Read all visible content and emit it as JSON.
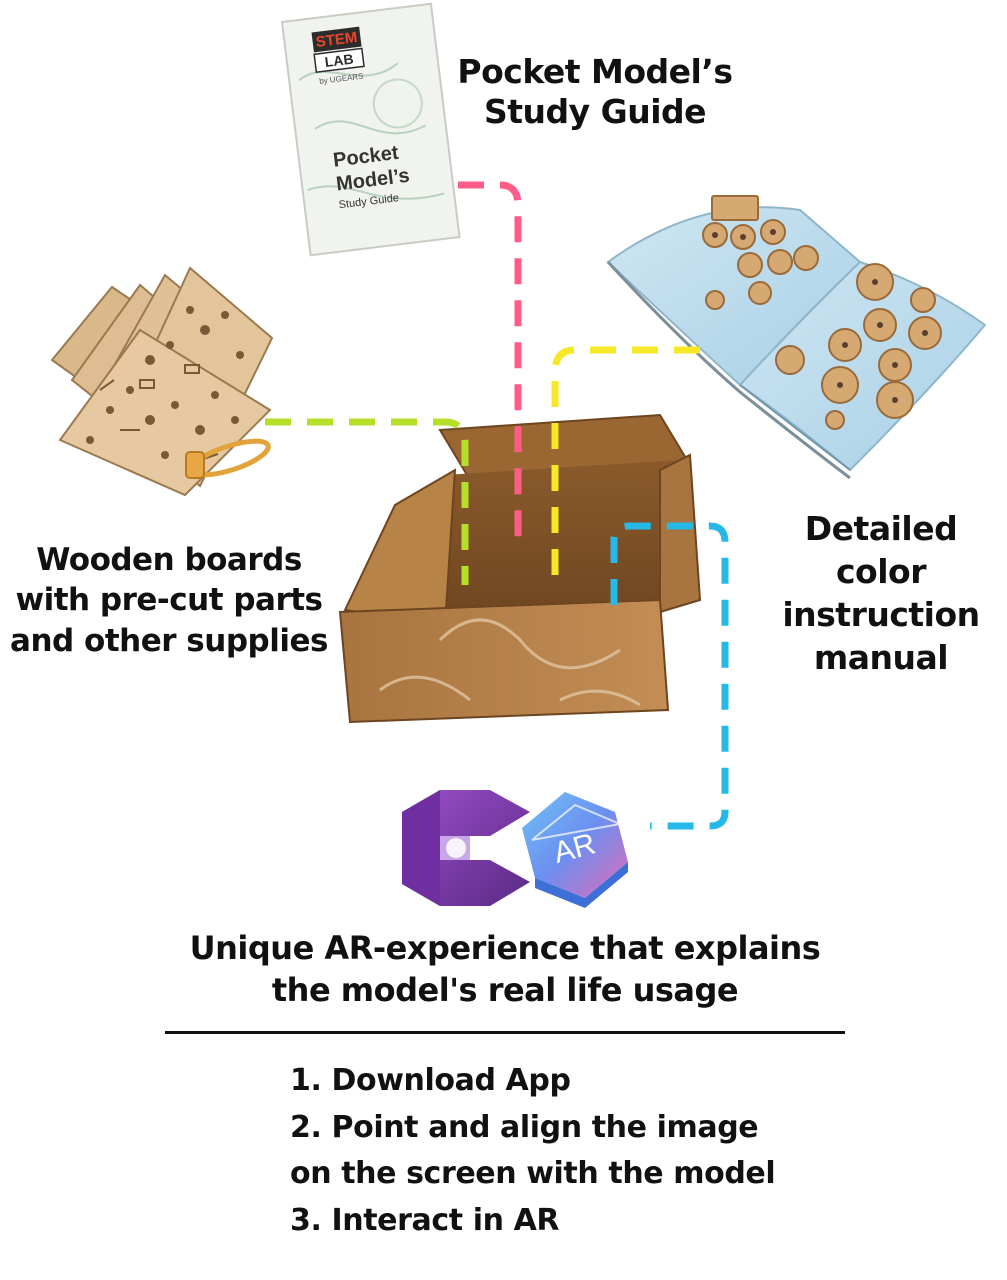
{
  "labels": {
    "study_guide": [
      "Pocket Model’s",
      "Study Guide"
    ],
    "boards": [
      "Wooden boards",
      "with pre-cut parts",
      "and other supplies"
    ],
    "manual": [
      "Detailed",
      "color",
      "instruction",
      "manual"
    ],
    "ar_experience": [
      "Unique AR-experience that explains",
      "the model's real life usage"
    ]
  },
  "guide_cover": {
    "brand_top": "STEM",
    "brand_mid": "LAB",
    "brand_by": "by UGEARS",
    "title": [
      "Pocket",
      "Model’s",
      "Study Guide"
    ]
  },
  "app_icons": [
    {
      "name": "ARCore",
      "icon": "arcore-icon",
      "color": "#7b3fa8"
    },
    {
      "name": "ARKit",
      "icon": "arkit-icon",
      "text": "AR",
      "color": "#5aa0e8"
    }
  ],
  "connector_colors": {
    "study_guide": "#ff5c88",
    "manual": "#f6e826",
    "boards": "#b6df2a",
    "ar": "#26b8e6"
  },
  "steps": [
    "1. Download App",
    "2. Point and align the image",
    "on the screen with the model",
    "3. Interact in AR"
  ]
}
